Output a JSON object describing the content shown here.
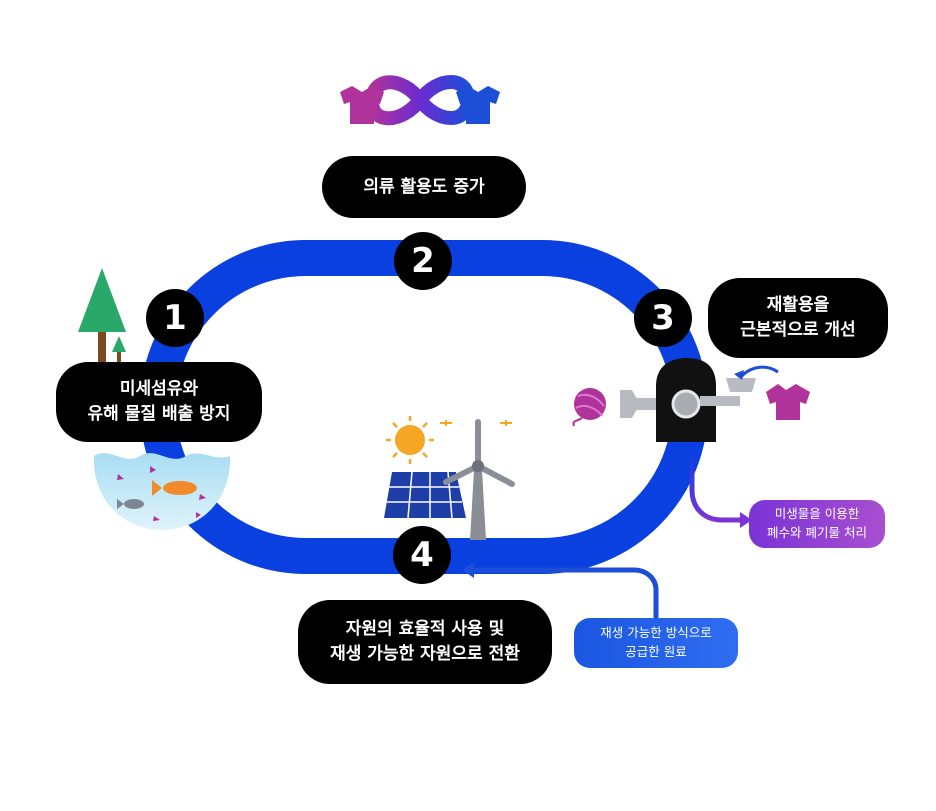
{
  "steps": [
    {
      "number": "1",
      "label": "미세섬유와\n유해 물질 배출 방지"
    },
    {
      "number": "2",
      "label": "의류 활용도 증가"
    },
    {
      "number": "3",
      "label": "재활용을\n근본적으로 개선"
    },
    {
      "number": "4",
      "label": "자원의 효율적 사용 및\n재생 가능한 자원으로 전환"
    }
  ],
  "side_notes": {
    "microbes": "미생물을 이용한\n폐수와 폐기물 처리",
    "renewable": "재생 가능한 방식으로\n공급한 원료"
  },
  "colors": {
    "loop": "#0a3fe0",
    "pill": "#000000",
    "tag_gradient_start": "#7b33d6",
    "tag_gradient_end": "#a84fcf",
    "tag2_start": "#1a56e0",
    "tag2_end": "#2f6df0",
    "magenta_shirt": "#b0329b",
    "blue_shirt": "#1d4ed8",
    "tree": "#2aa86a",
    "sun": "#f5a623",
    "fish": "#f08a2a",
    "water": "#bfe6f5"
  },
  "icons": [
    "infinity-icon",
    "tshirt-icon",
    "tree-icon",
    "fish-icon",
    "sun-icon",
    "solar-panel-icon",
    "wind-turbine-icon",
    "yarn-ball-icon",
    "recycling-machine-icon"
  ]
}
